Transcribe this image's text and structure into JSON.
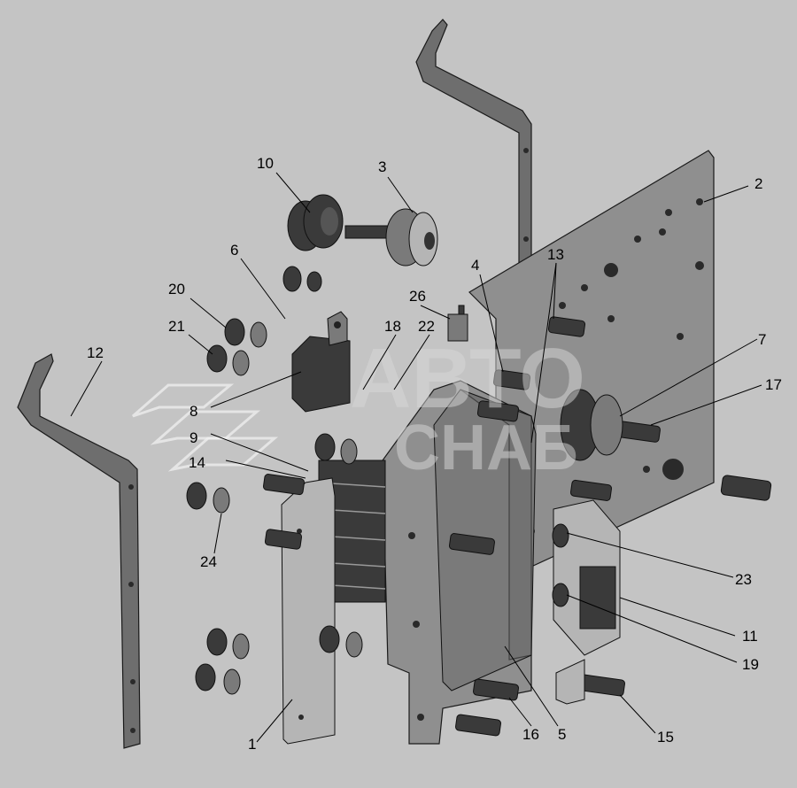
{
  "diagram": {
    "labels": [
      "1",
      "2",
      "3",
      "4",
      "5",
      "6",
      "7",
      "8",
      "9",
      "10",
      "11",
      "12",
      "13",
      "14",
      "15",
      "16",
      "17",
      "18",
      "19",
      "20",
      "21",
      "22",
      "23",
      "24",
      "26"
    ],
    "watermark": [
      "АВТО",
      "СНАБ"
    ]
  }
}
